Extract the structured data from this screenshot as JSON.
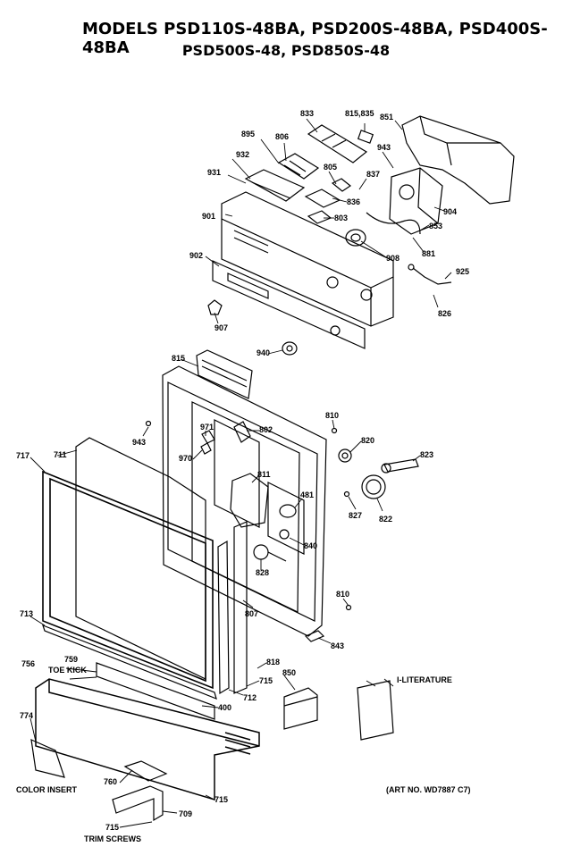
{
  "title": {
    "line1": "MODELS PSD110S-48BA, PSD200S-48BA, PSD400S-48BA",
    "line2": "PSD500S-48, PSD850S-48"
  },
  "callouts": {
    "c833": "833",
    "c815_835": "815,835",
    "c851": "851",
    "c895": "895",
    "c806": "806",
    "c943a": "943",
    "c932": "932",
    "c805": "805",
    "c837": "837",
    "c931": "931",
    "c836": "836",
    "c904": "904",
    "c901": "901",
    "c803": "803",
    "c853": "853",
    "c881": "881",
    "c908": "908",
    "c902": "902",
    "c925": "925",
    "c826": "826",
    "c907": "907",
    "c940": "940",
    "c815b": "815",
    "c943b": "943",
    "c810a": "810",
    "c971": "971",
    "c802": "802",
    "c820": "820",
    "c717": "717",
    "c711": "711",
    "c823": "823",
    "c970": "970",
    "c811": "811",
    "c481": "481",
    "c827": "827",
    "c822": "822",
    "c840": "840",
    "c828": "828",
    "c810b": "810",
    "c713": "713",
    "c807": "807",
    "c843": "843",
    "c818": "818",
    "c756": "756",
    "c759": "759",
    "c850": "850",
    "c715a": "715",
    "c712": "712",
    "c400": "400",
    "c774": "774",
    "c760": "760",
    "c715b": "715",
    "c709": "709",
    "c715c": "715"
  },
  "captions": {
    "toe_kick": "TOE KICK",
    "literature": "I-LITERATURE",
    "color_insert": "COLOR INSERT",
    "trim_screws": "TRIM SCREWS",
    "art_no": "(ART NO. WD7887 C7)"
  }
}
